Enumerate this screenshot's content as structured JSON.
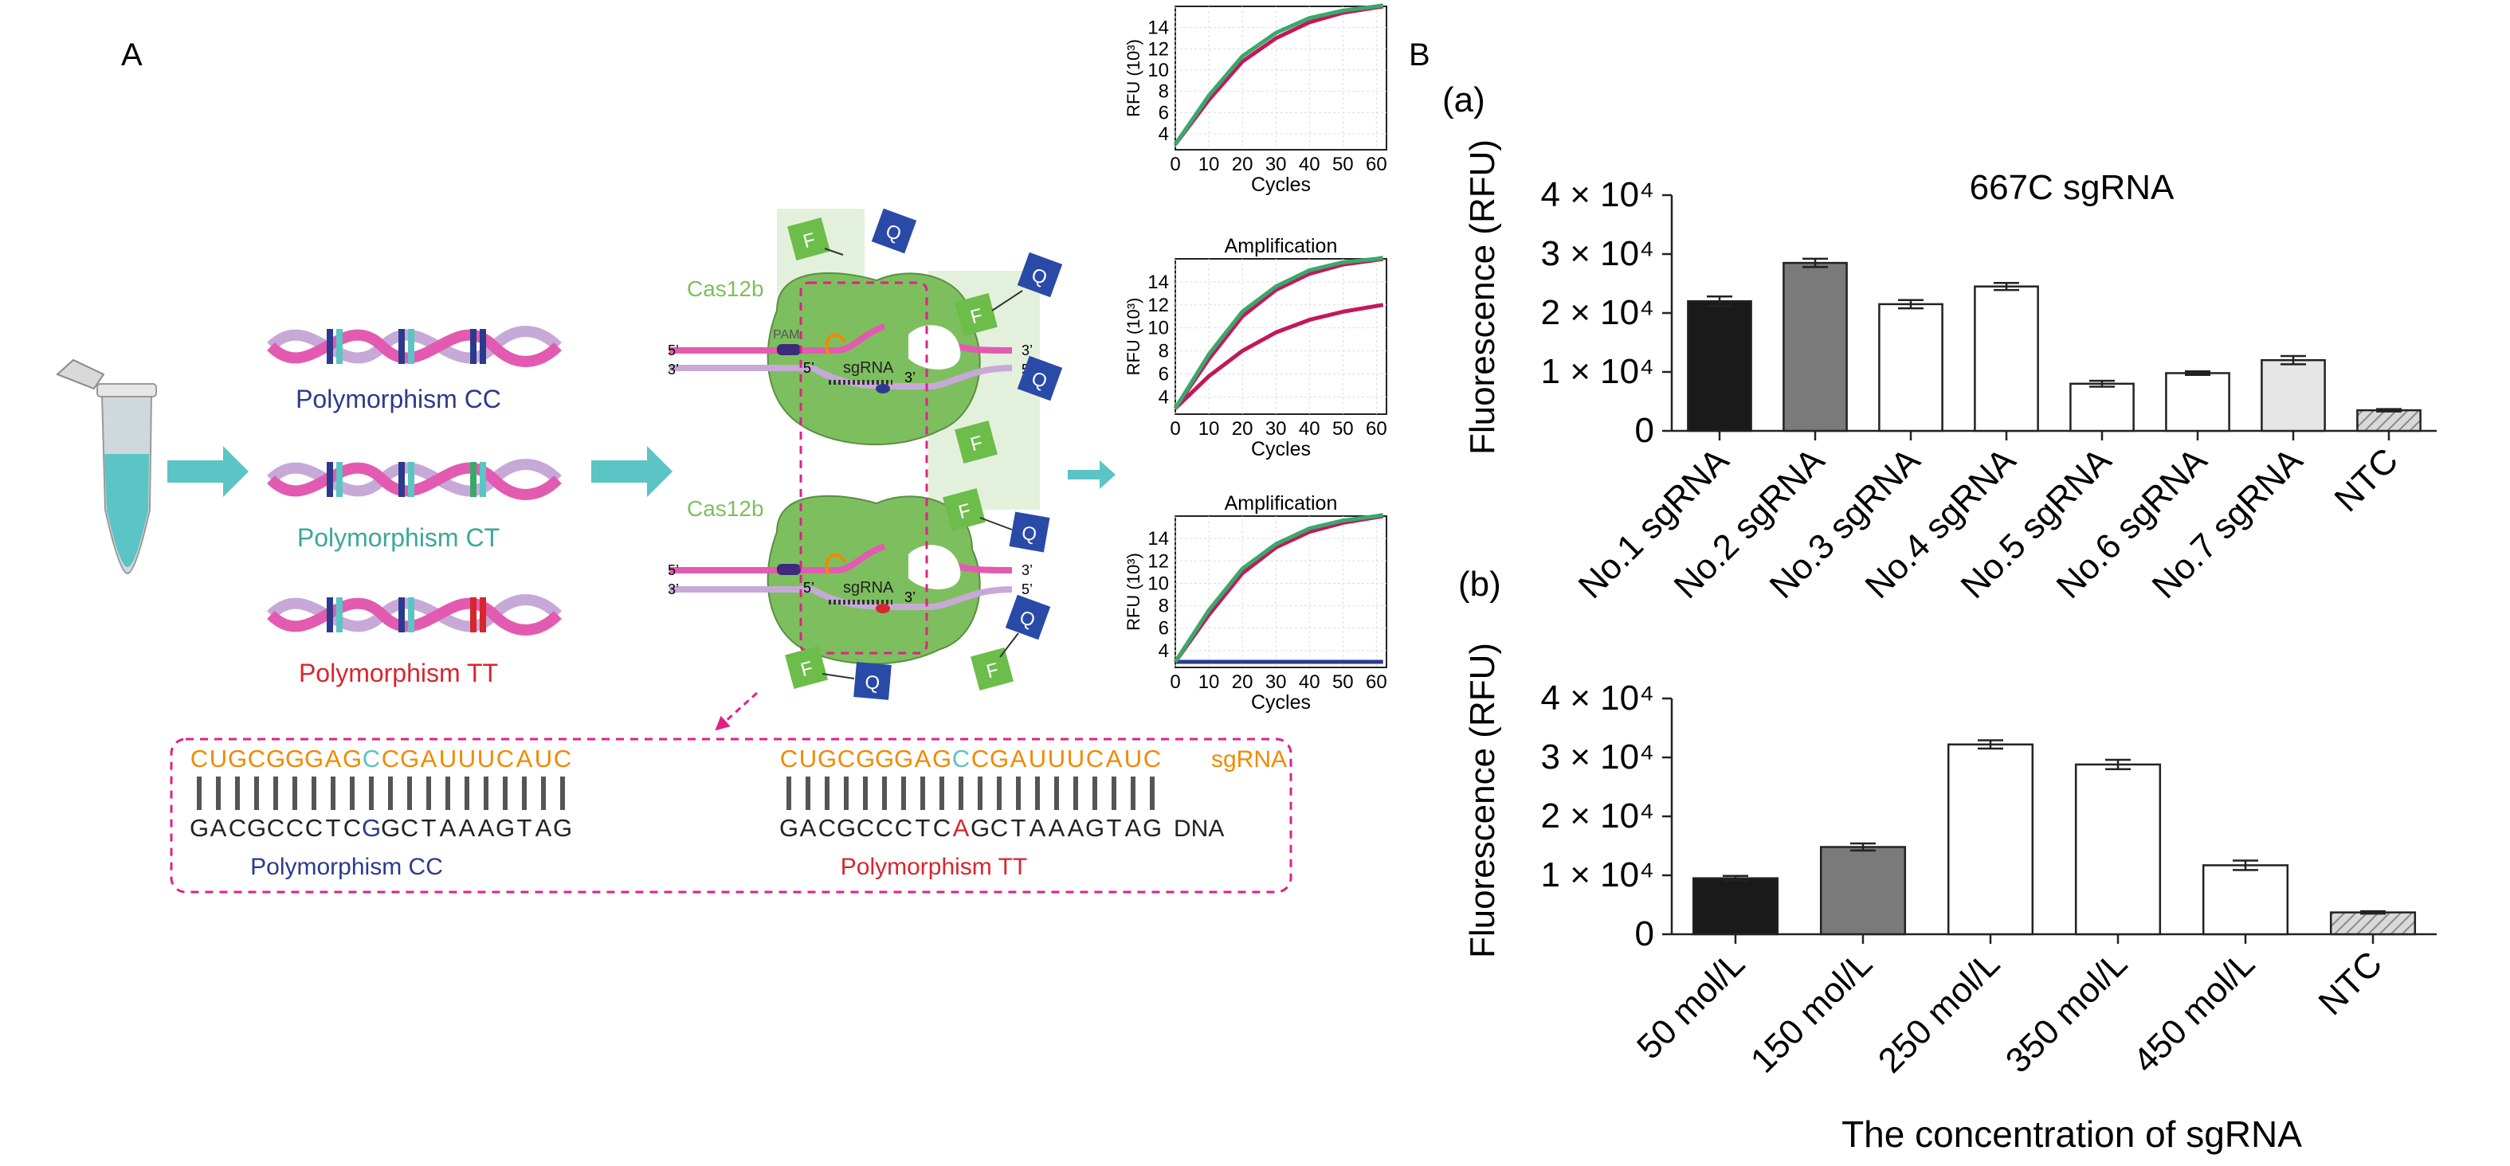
{
  "panel_labels": {
    "A": "A",
    "B": "B",
    "a": "(a)",
    "b": "(b)"
  },
  "colors": {
    "teal": "#5bc4c4",
    "green_protein": "#7dbf5e",
    "green_box": "#6cbd4a",
    "blue_box": "#2a4aa8",
    "pink": "#e25bb0",
    "lavender": "#c7a9d8",
    "orange": "#f08a00",
    "navy": "#2c3a8c",
    "red": "#d7262e",
    "magenta_dash": "#e0208a",
    "curve_green": "#3aa86b",
    "curve_red": "#c2185b",
    "baseline_blue": "#2c3a8c"
  },
  "dna": {
    "cc_label": "Polymorphism CC",
    "ct_label": "Polymorphism CT",
    "tt_label": "Polymorphism TT"
  },
  "complex": {
    "cas_label": "Cas12b",
    "pam": "PAM",
    "sgrna": "sgRNA",
    "five_prime": "5’",
    "three_prime": "3’",
    "f": "F",
    "q": "Q"
  },
  "sequence_box": {
    "left": {
      "rna": "CUGCGGGAGCCGAUUUCAUC",
      "rna_highlight_index": 9,
      "dna": "GACGCCCTCGGCTAAAGTAG",
      "dna_highlight_index": 9,
      "label": "Polymorphism CC"
    },
    "right": {
      "rna": "CUGCGGGAGCCGAUUUCAUC",
      "rna_highlight_index": 9,
      "rna_suffix": "sgRNA",
      "dna": "GACGCCCTCAGCTAAAGTAG",
      "dna_highlight_index": 9,
      "dna_suffix": "DNA",
      "label": "Polymorphism TT"
    }
  },
  "chart_data": [
    {
      "type": "line",
      "id": "amp1",
      "title": "",
      "xlabel": "Cycles",
      "ylabel": "RFU (10³)",
      "x_ticks": [
        0,
        10,
        20,
        30,
        40,
        50,
        60
      ],
      "y_ticks": [
        4,
        6,
        8,
        10,
        12,
        14
      ],
      "xlim": [
        0,
        63
      ],
      "ylim": [
        2.5,
        16
      ],
      "series": [
        {
          "color": "#c2185b",
          "x": [
            0,
            10,
            20,
            30,
            40,
            50,
            60,
            62
          ],
          "y": [
            3.0,
            7.2,
            10.8,
            13.0,
            14.5,
            15.4,
            15.9,
            16.0
          ]
        },
        {
          "color": "#3aa86b",
          "x": [
            0,
            10,
            20,
            30,
            40,
            50,
            60,
            62
          ],
          "y": [
            3.0,
            7.6,
            11.3,
            13.5,
            14.9,
            15.6,
            16.0,
            16.1
          ]
        }
      ]
    },
    {
      "type": "line",
      "id": "amp2",
      "title": "Amplification",
      "xlabel": "Cycles",
      "ylabel": "RFU (10³)",
      "x_ticks": [
        0,
        10,
        20,
        30,
        40,
        50,
        60
      ],
      "y_ticks": [
        4,
        6,
        8,
        10,
        12,
        14
      ],
      "xlim": [
        0,
        63
      ],
      "ylim": [
        2.5,
        16
      ],
      "series": [
        {
          "color": "#c2185b",
          "x": [
            0,
            10,
            20,
            30,
            40,
            50,
            60,
            62
          ],
          "y": [
            3.0,
            5.8,
            8.0,
            9.6,
            10.7,
            11.4,
            11.9,
            12.0
          ]
        },
        {
          "color": "#c2185b",
          "x": [
            0,
            10,
            20,
            30,
            40,
            50,
            60,
            62
          ],
          "y": [
            3.0,
            7.3,
            11.0,
            13.3,
            14.7,
            15.5,
            15.9,
            16.0
          ]
        },
        {
          "color": "#3aa86b",
          "x": [
            0,
            10,
            20,
            30,
            40,
            50,
            60,
            62
          ],
          "y": [
            3.0,
            7.7,
            11.4,
            13.6,
            15.0,
            15.7,
            16.0,
            16.1
          ]
        }
      ]
    },
    {
      "type": "line",
      "id": "amp3",
      "title": "Amplification",
      "xlabel": "Cycles",
      "ylabel": "RFU (10³)",
      "x_ticks": [
        0,
        10,
        20,
        30,
        40,
        50,
        60
      ],
      "y_ticks": [
        4,
        6,
        8,
        10,
        12,
        14
      ],
      "xlim": [
        0,
        63
      ],
      "ylim": [
        2.5,
        16
      ],
      "series": [
        {
          "color": "#2c3a8c",
          "x": [
            0,
            10,
            20,
            30,
            40,
            50,
            60,
            62
          ],
          "y": [
            3.0,
            3.0,
            3.0,
            3.0,
            3.0,
            3.0,
            3.0,
            3.0
          ]
        },
        {
          "color": "#c2185b",
          "x": [
            0,
            10,
            20,
            30,
            40,
            50,
            60,
            62
          ],
          "y": [
            3.0,
            7.2,
            10.9,
            13.2,
            14.6,
            15.4,
            15.9,
            16.0
          ]
        },
        {
          "color": "#3aa86b",
          "x": [
            0,
            10,
            20,
            30,
            40,
            50,
            60,
            62
          ],
          "y": [
            3.0,
            7.6,
            11.3,
            13.5,
            14.9,
            15.6,
            16.0,
            16.1
          ]
        }
      ]
    },
    {
      "type": "bar",
      "id": "bar_a",
      "title": "667C sgRNA",
      "ylabel": "Fluorescence (RFU)",
      "xlabel": "",
      "y_ticks": [
        "0",
        "1 × 10⁴",
        "2 × 10⁴",
        "3 × 10⁴",
        "4 × 10⁴"
      ],
      "ylim": [
        0,
        40000
      ],
      "categories": [
        "No.1 sgRNA",
        "No.2 sgRNA",
        "No.3 sgRNA",
        "No.4 sgRNA",
        "No.5 sgRNA",
        "No.6 sgRNA",
        "No.7 sgRNA",
        "NTC"
      ],
      "values": [
        22000,
        28500,
        21500,
        24500,
        8000,
        9800,
        12000,
        3500
      ],
      "errors": [
        800,
        700,
        700,
        600,
        500,
        300,
        700,
        200
      ],
      "fills": [
        "#1a1a1a",
        "#7a7a7a",
        "#ffffff",
        "#ffffff",
        "#ffffff",
        "#ffffff",
        "#e6e6e6",
        "hatch"
      ]
    },
    {
      "type": "bar",
      "id": "bar_b",
      "title": "",
      "ylabel": "Fluorescence (RFU)",
      "xlabel": "The concentration of sgRNA",
      "y_ticks": [
        "0",
        "1 × 10⁴",
        "2 × 10⁴",
        "3 × 10⁴",
        "4 × 10⁴"
      ],
      "ylim": [
        0,
        40000
      ],
      "categories": [
        "50 mol/L",
        "150 mol/L",
        "250 mol/L",
        "350 mol/L",
        "450 mol/L",
        "NTC"
      ],
      "values": [
        9500,
        14800,
        32200,
        28800,
        11700,
        3700
      ],
      "errors": [
        400,
        600,
        700,
        800,
        800,
        200
      ],
      "fills": [
        "#1a1a1a",
        "#7a7a7a",
        "#ffffff",
        "#ffffff",
        "#ffffff",
        "hatch"
      ]
    }
  ]
}
